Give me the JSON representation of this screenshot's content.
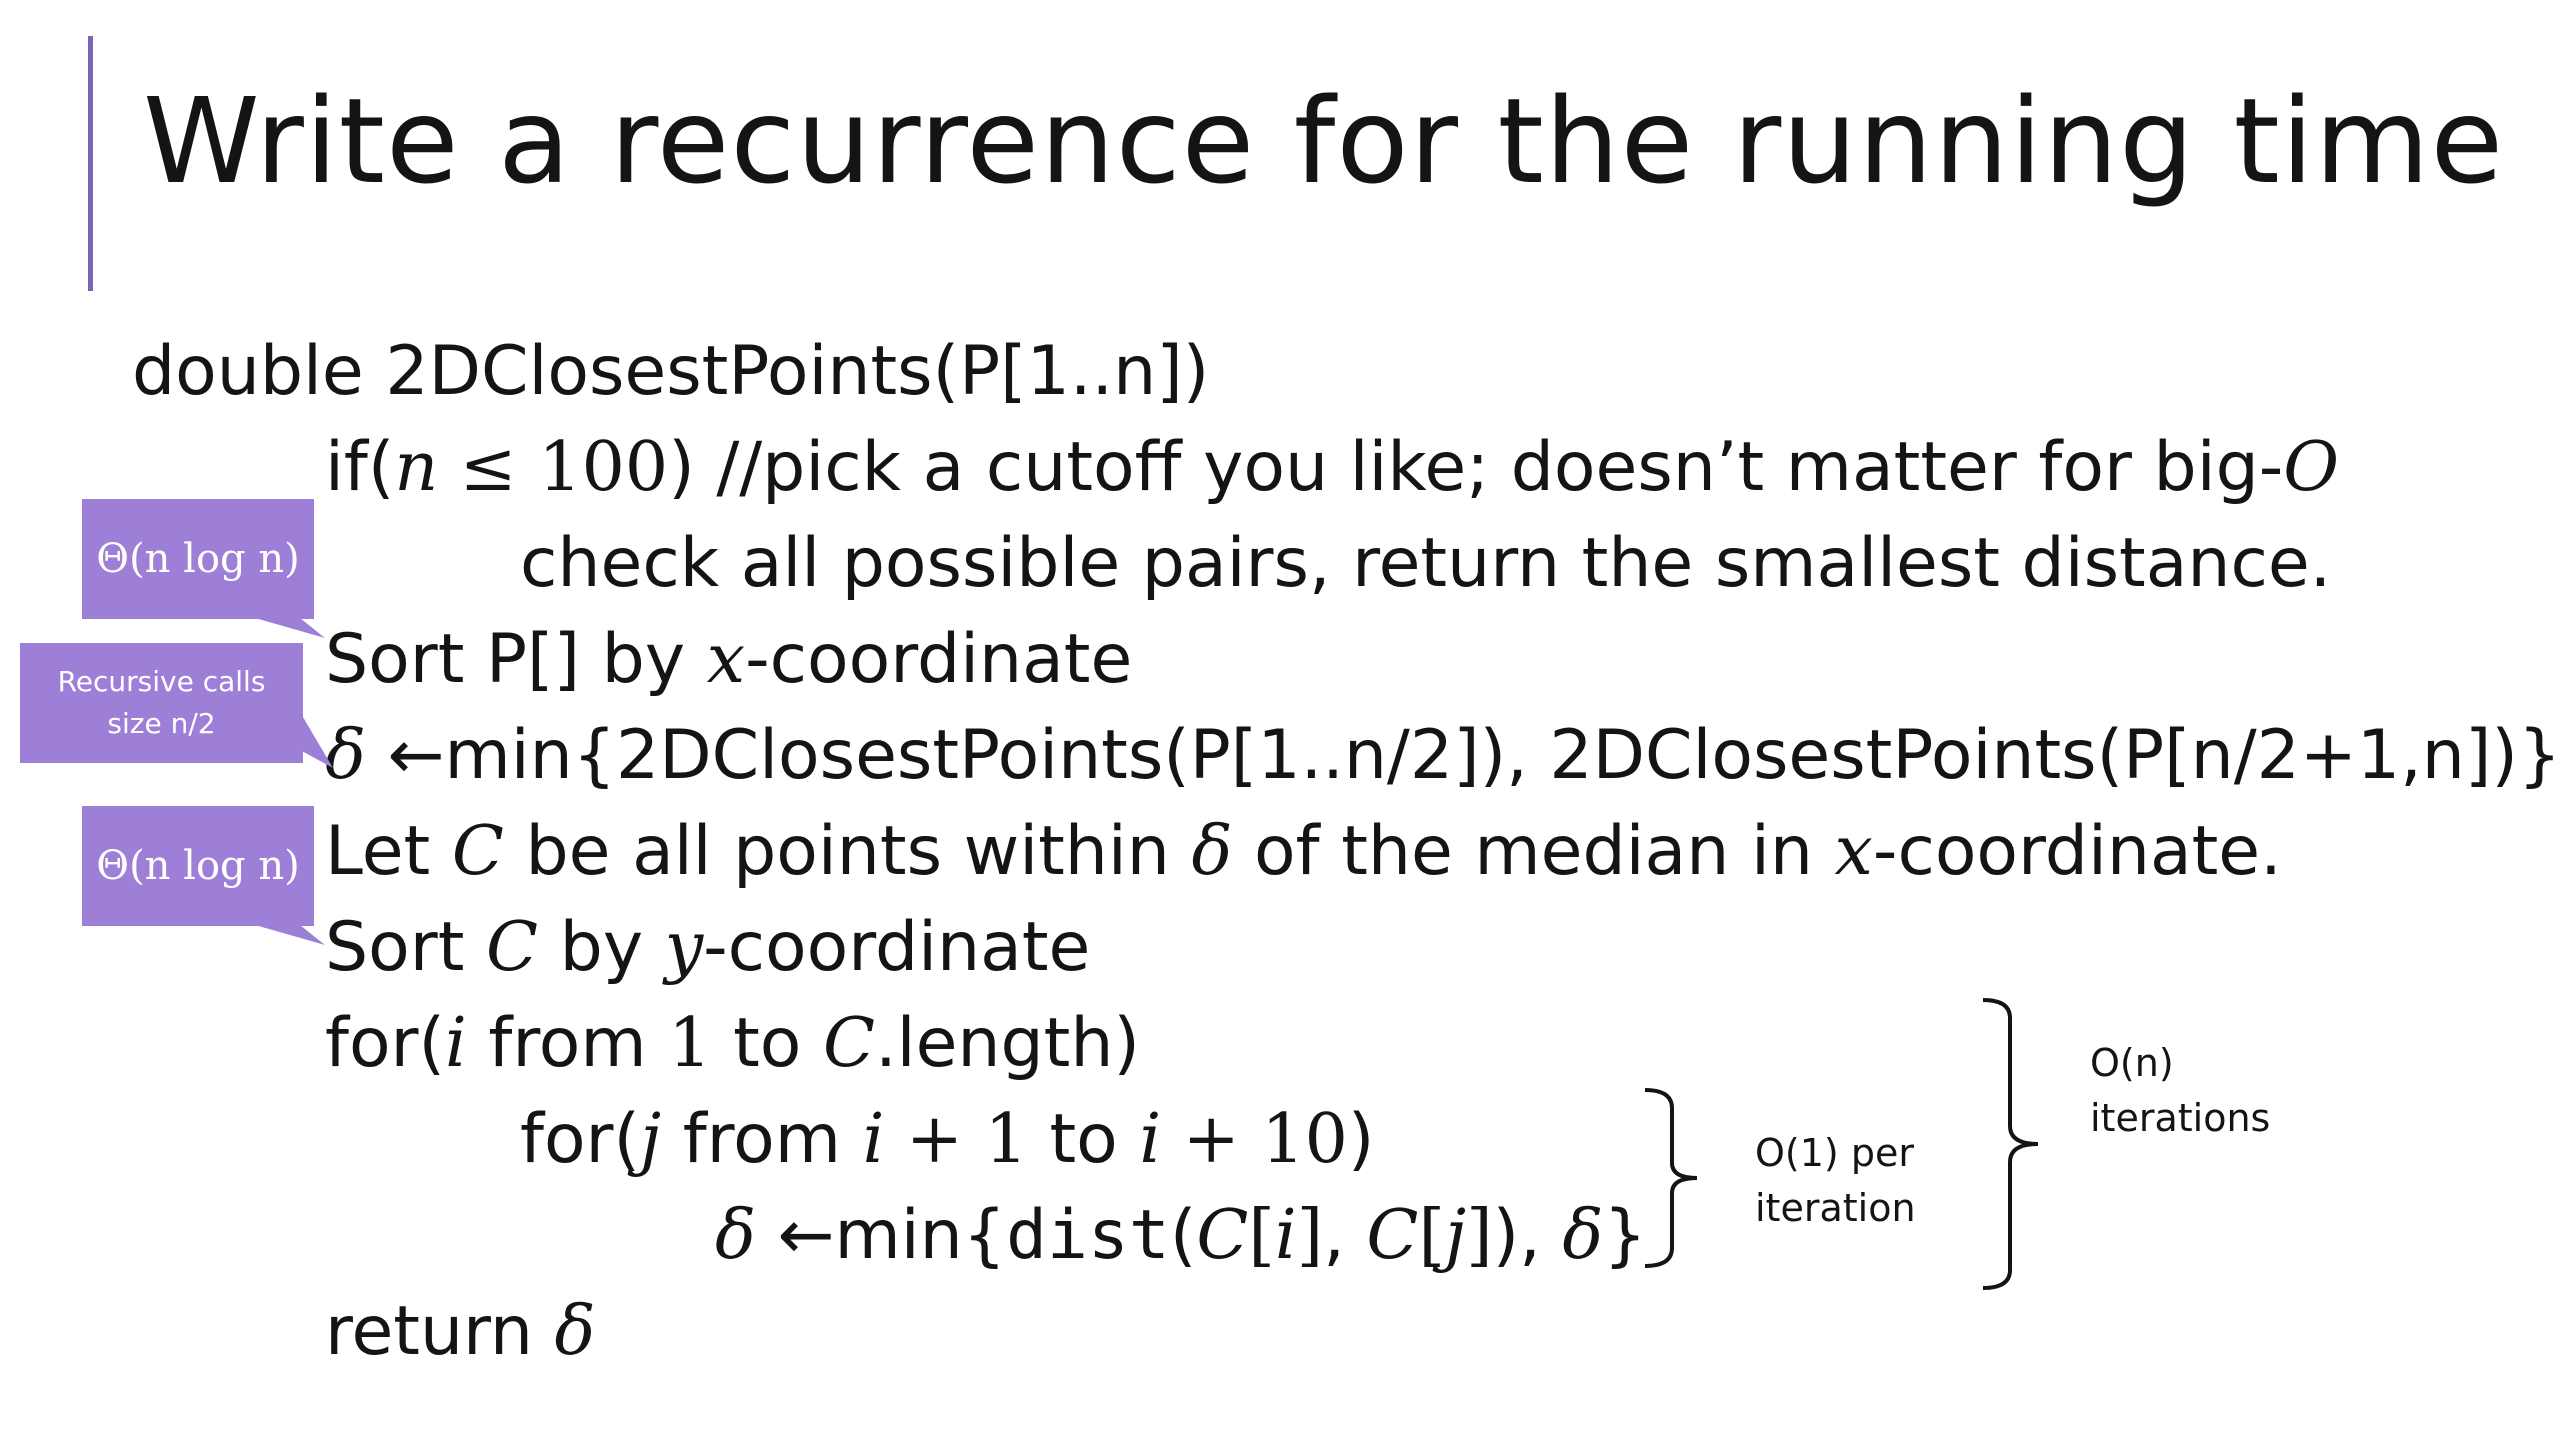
{
  "slide": {
    "title": "Write a recurrence for the running time",
    "code": {
      "l1": "double 2DClosestPoints(P[1..n])",
      "l2": {
        "if": "if(",
        "n": "n",
        "le": " ≤ ",
        "hundred": "100",
        "close": ")",
        "comment": "  //pick a cutoff you like; doesn’t matter for big-",
        "O": "O"
      },
      "l3": "check all possible pairs, return the smallest distance.",
      "l4": {
        "a": "Sort P[] by ",
        "x": "x",
        "b": "-coordinate"
      },
      "l5": {
        "delta": "δ",
        "text": " ←min{2DClosestPoints(P[1..n/2]), 2DClosestPoints(P[n/2+1,n])}"
      },
      "l6": {
        "a": "Let ",
        "C": "C",
        "b": " be all points within ",
        "delta": "δ",
        "c": " of the median in ",
        "x": "x",
        "d": "-coordinate."
      },
      "l7": {
        "a": "Sort ",
        "C": "C",
        "b": " by ",
        "y": "y",
        "c": "-coordinate"
      },
      "l8": {
        "a": "for(",
        "i": "i",
        "b": " from ",
        "one": "1",
        "c": " to ",
        "C": "C",
        "d": ".length)"
      },
      "l9": {
        "a": "for(",
        "j": "j",
        "b": " from ",
        "i1": "i",
        "plus1": " + ",
        "one": "1",
        "c": " to ",
        "i2": "i",
        "plus2": " + ",
        "ten": "10",
        "d": ")"
      },
      "l10": {
        "delta1": "δ",
        "a": " ←min{",
        "dist": "dist",
        "b": "(",
        "C1": "C",
        "br1": "[",
        "i": "i",
        "br2": "]",
        "c": ", ",
        "C2": "C",
        "br3": "[",
        "j": "j",
        "br4": "]",
        "d": "), ",
        "delta2": "δ",
        "e": "}"
      },
      "l11": {
        "a": "return ",
        "delta": "δ"
      }
    },
    "callouts": {
      "sort_p": "Θ(n log n)",
      "recursive_line1": "Recursive calls",
      "recursive_line2": "size n/2",
      "sort_c": "Θ(n log n)"
    },
    "annotations": {
      "inner_line1": "O(1) per",
      "inner_line2": "iteration",
      "outer_line1": "O(n)",
      "outer_line2": "iterations"
    },
    "colors": {
      "accent": "#7b63b5",
      "callout": "#9d7fd8",
      "text": "#141414"
    }
  }
}
